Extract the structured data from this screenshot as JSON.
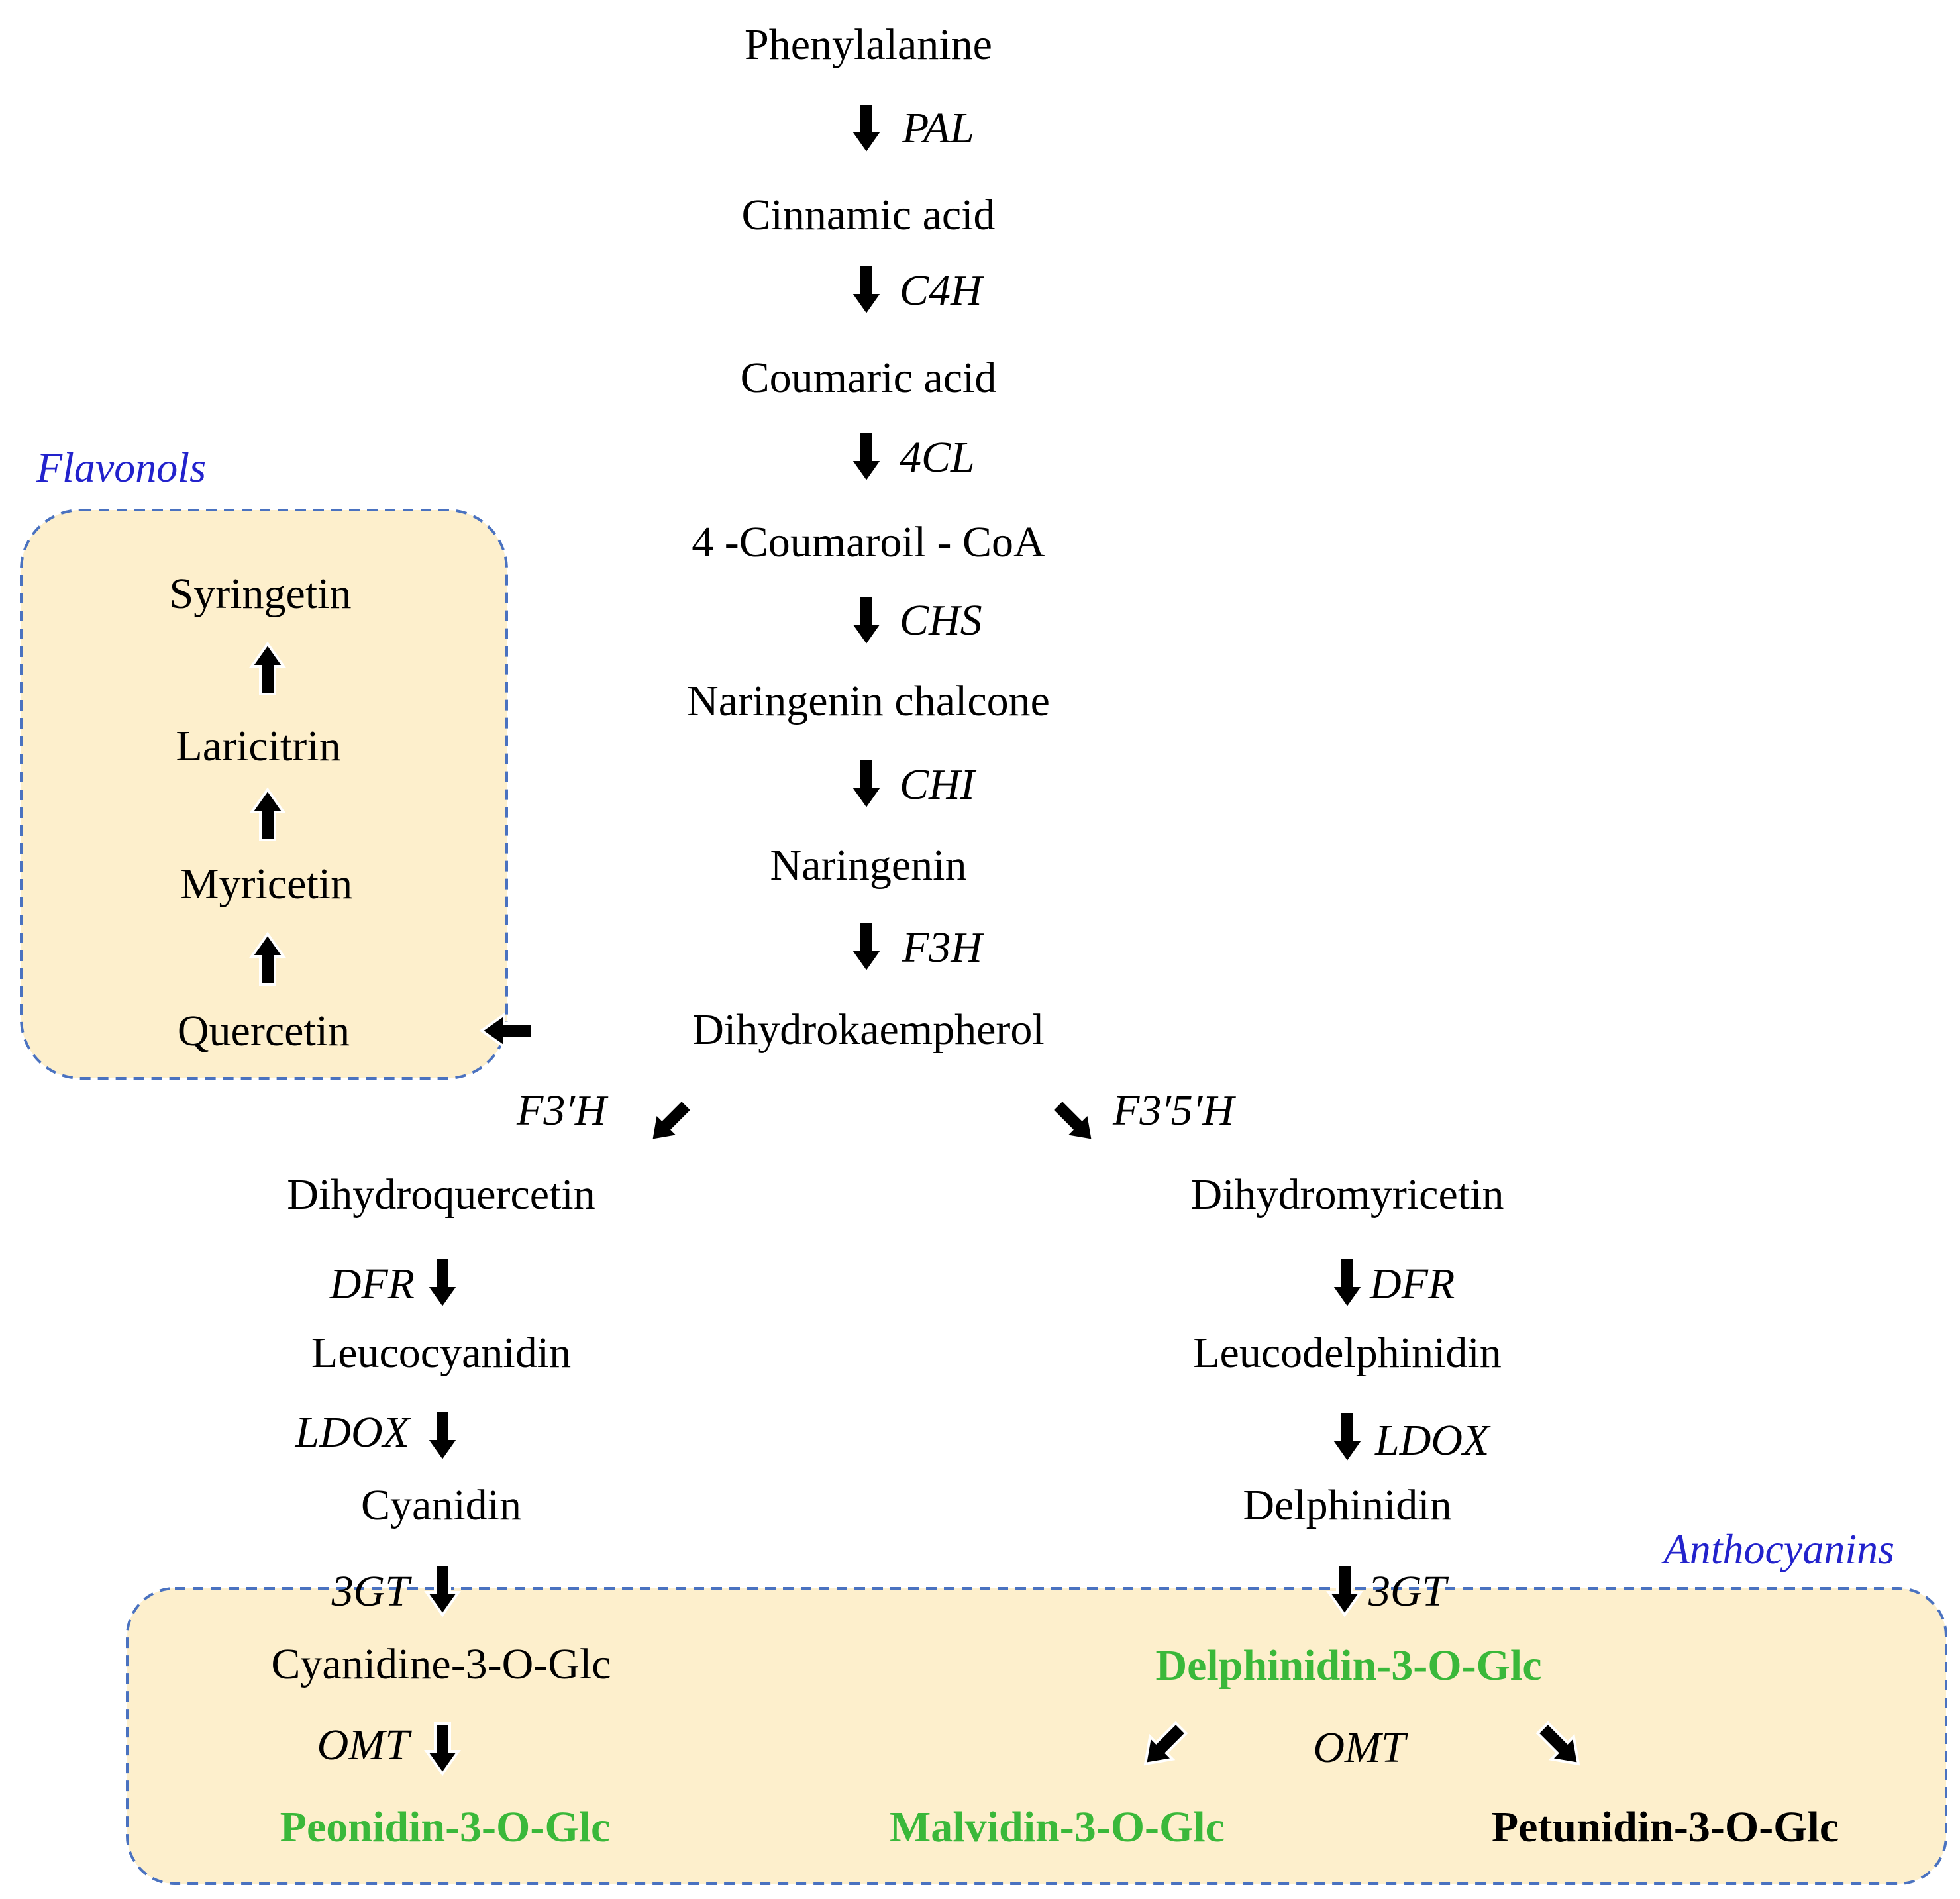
{
  "colors": {
    "box_fill": "#fdefcc",
    "box_stroke": "#4a72c0",
    "group_label": "#2222cc",
    "highlight": "#3ab83a",
    "text": "#000000"
  },
  "groups": {
    "flavonols": "Flavonols",
    "anthocyanins": "Anthocyanins"
  },
  "compounds": {
    "phenylalanine": "Phenylalanine",
    "cinnamic_acid": "Cinnamic acid",
    "coumaric_acid": "Coumaric acid",
    "coumaroil_coa": "4 -Coumaroil - CoA",
    "naringenin_chalcone": "Naringenin chalcone",
    "naringenin": "Naringenin",
    "dihydrokaempherol": "Dihydrokaempherol",
    "quercetin": "Quercetin",
    "myricetin": "Myricetin",
    "laricitrin": "Laricitrin",
    "syringetin": "Syringetin",
    "dihydroquercetin": "Dihydroquercetin",
    "dihydromyricetin": "Dihydromyricetin",
    "leucocyanidin": "Leucocyanidin",
    "leucodelphinidin": "Leucodelphinidin",
    "cyanidin": "Cyanidin",
    "delphinidin": "Delphinidin",
    "cyanidine_3_o_glc": "Cyanidine-3-O-Glc",
    "delphinidin_3_o_glc": "Delphinidin-3-O-Glc",
    "peonidin_3_o_glc": "Peonidin-3-O-Glc",
    "malvidin_3_o_glc": "Malvidin-3-O-Glc",
    "petunidin_3_o_glc": "Petunidin-3-O-Glc"
  },
  "enzymes": {
    "pal": "PAL",
    "c4h": "C4H",
    "fourcl": "4CL",
    "chs": "CHS",
    "chi": "CHI",
    "f3h": "F3H",
    "f3ph": "F3′H",
    "f3p5ph": "F3′5′H",
    "dfr_left": "DFR",
    "dfr_right": "DFR",
    "ldox_left": "LDOX",
    "ldox_right": "LDOX",
    "gt_left": "3GT",
    "gt_right": "3GT",
    "omt_left": "OMT",
    "omt_right": "OMT"
  }
}
